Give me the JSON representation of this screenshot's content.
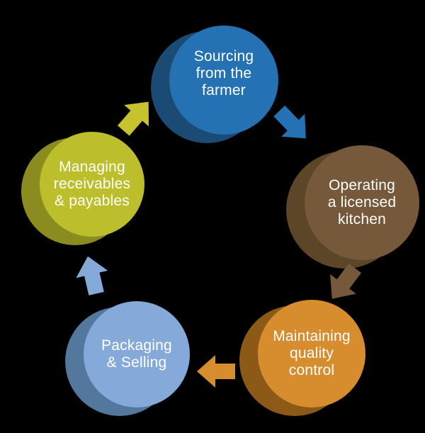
{
  "diagram": {
    "type": "cycle",
    "background_color": "#000000",
    "text_color": "#ffffff",
    "steps": [
      {
        "id": "sourcing-from-the-farmer",
        "label": "Sourcing\nfrom the\nfarmer",
        "face_color": "#2471B4",
        "shadow_color": "#1B4A74",
        "arrow_color": "#2471B4"
      },
      {
        "id": "operating-a-licensed-kitchen",
        "label": "Operating\na licensed\nkitchen",
        "face_color": "#75593A",
        "shadow_color": "#5D4527",
        "arrow_color": "#75593A"
      },
      {
        "id": "maintaining-quality-control",
        "label": "Maintaining\nquality\ncontrol",
        "face_color": "#D78D2D",
        "shadow_color": "#8C5A16",
        "arrow_color": "#D78D2D"
      },
      {
        "id": "packaging-and-selling",
        "label": "Packaging\n& Selling",
        "face_color": "#85AAD9",
        "shadow_color": "#54779E",
        "arrow_color": "#85AAD9"
      },
      {
        "id": "managing-receivables-and-payables",
        "label": "Managing\nreceivables\n& payables",
        "face_color": "#BDBE2B",
        "shadow_color": "#8B8C20",
        "arrow_color": "#C6C32E"
      }
    ]
  }
}
